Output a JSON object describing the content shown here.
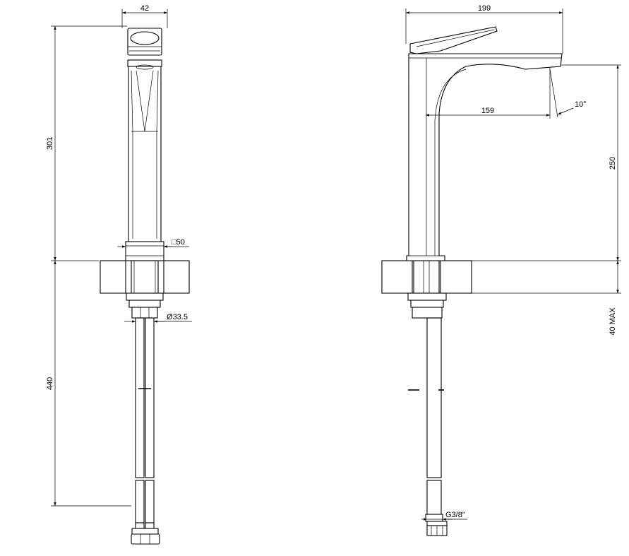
{
  "dimensions": {
    "front_width": "42",
    "front_height_above": "301",
    "front_height_below": "440",
    "base_square": "50",
    "shank_diameter": "33.5",
    "side_width": "199",
    "spout_reach": "159",
    "spout_angle": "10°",
    "spout_height": "250",
    "deck_thickness": "40 MAX",
    "connection": "G3/8\""
  },
  "symbols": {
    "square": "□",
    "diameter": "Ø"
  }
}
